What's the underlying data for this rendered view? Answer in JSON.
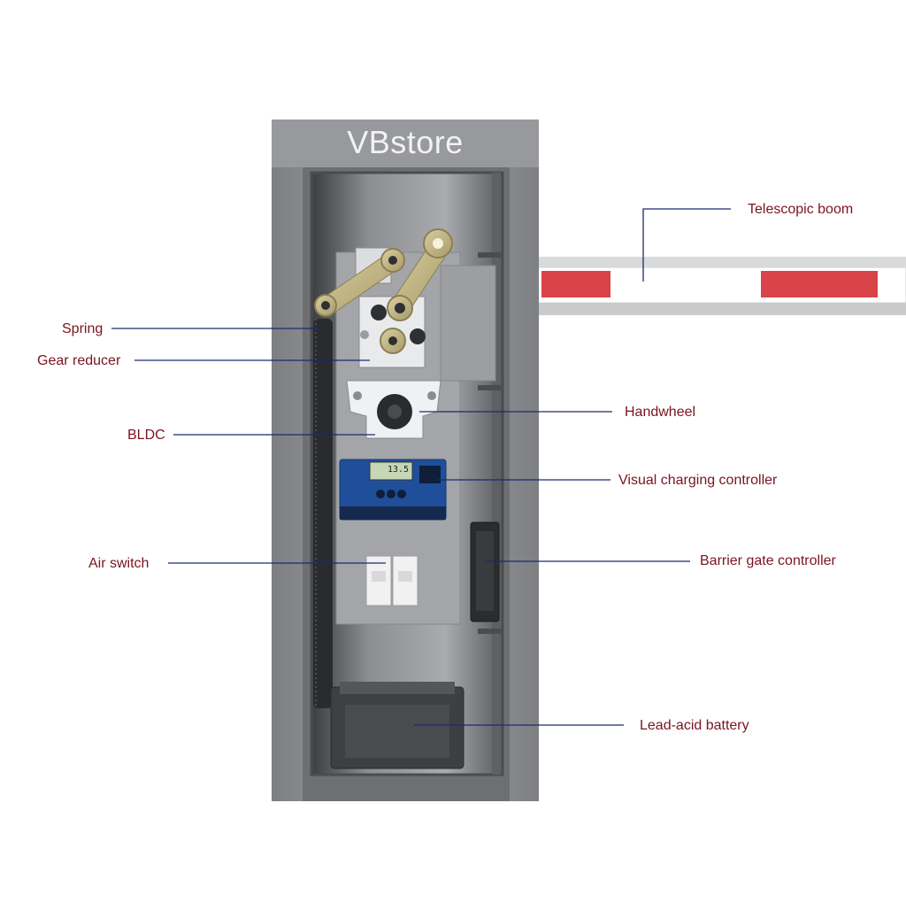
{
  "brand": "VBstore",
  "colors": {
    "label_text": "#7a1420",
    "leader_line": "#1c2a6e",
    "cabinet": "#8e9094",
    "boom_stripe": "#d9434a",
    "controller_blue": "#1f4f9a"
  },
  "labels": {
    "telescopic_boom": "Telescopic boom",
    "spring": "Spring",
    "gear_reducer": "Gear reducer",
    "bldc": "BLDC",
    "handwheel": "Handwheel",
    "visual_charging_controller": "Visual charging controller",
    "air_switch": "Air switch",
    "barrier_gate_controller": "Barrier gate controller",
    "lead_acid_battery": "Lead-acid battery"
  },
  "controller_display": "13.5"
}
